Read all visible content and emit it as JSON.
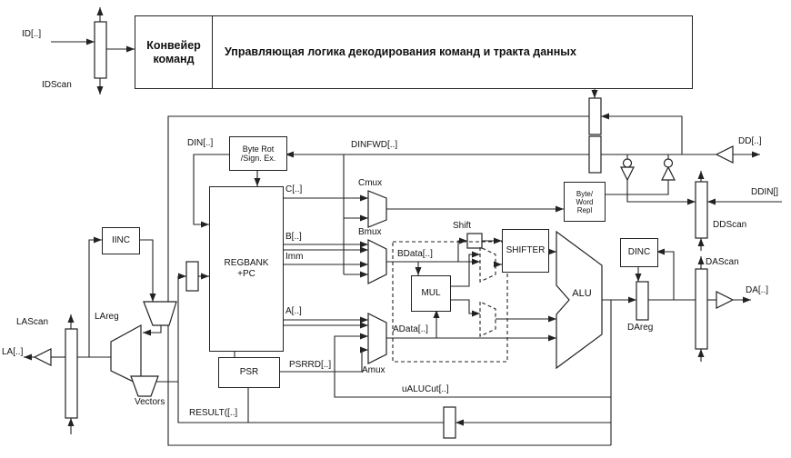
{
  "header": {
    "pipeline": "Конвейер команд",
    "control": "Управляющая логика декодирования команд и тракта данных"
  },
  "blocks": {
    "byte_rot_1": "Byte Rot",
    "byte_rot_2": "/Sign. Ex.",
    "regbank_1": "REGBANK",
    "regbank_2": "+PC",
    "psr": "PSR",
    "mul": "MUL",
    "shifter": "SHIFTER",
    "alu": "ALU",
    "byte_word_1": "Byte/",
    "byte_word_2": "Word",
    "byte_word_3": "Repl",
    "dinc": "DINC",
    "iinc": "IINC"
  },
  "signals": {
    "id": "ID[..]",
    "idscan": "IDScan",
    "din": "DIN[..]",
    "dinfwd": "DINFWD[..]",
    "c": "C[..]",
    "cmux": "Cmux",
    "b": "B[..]",
    "imm": "Imm",
    "bmux": "Bmux",
    "bdata": "BData[..]",
    "a": "A[..]",
    "amux": "Amux",
    "adata": "AData[..]",
    "shift": "Shift",
    "psrrd": "PSRRD[..]",
    "result": "RESULT([..]",
    "ualucut": "uALUCut[..]",
    "dd": "DD[..]",
    "ddin": "DDIN[]",
    "ddscan": "DDScan",
    "dascan": "DAScan",
    "dareg": "DAreg",
    "da": "DA[..]",
    "lascan": "LAScan",
    "la": "LA[..]",
    "lareg": "LAreg",
    "vectors": "Vectors"
  },
  "colors": {
    "line": "#222222",
    "background": "#ffffff"
  }
}
